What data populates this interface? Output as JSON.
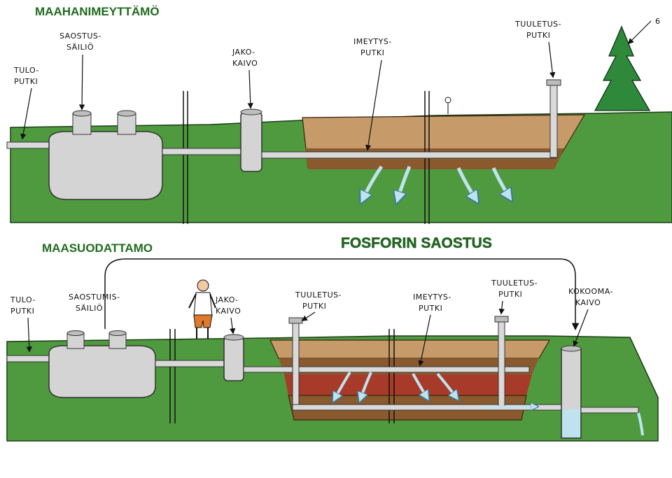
{
  "top_section": {
    "title": "MAAHANIMEYTTÄMÖ",
    "page_number": "6",
    "labels": {
      "tulo_1": "TULO-",
      "tulo_2": "PUTKI",
      "saostus_1": "SAOSTUS-",
      "saostus_2": "SÄILIÖ",
      "jako_1": "JAKO-",
      "jako_2": "KAIVO",
      "imeytys_1": "IMEYTYS-",
      "imeytys_2": "PUTKI",
      "tuuletus_1": "TUULETUS-",
      "tuuletus_2": "PUTKI"
    }
  },
  "bottom_section": {
    "title": "MAASUODATTAMO",
    "subtitle": "FOSFORIN SAOSTUS",
    "labels": {
      "tulo_1": "TULO-",
      "tulo_2": "PUTKI",
      "saostumis_1": "SAOSTUMIS-",
      "saostumis_2": "SÄILIÖ",
      "jako_1": "JAKO-",
      "jako_2": "KAIVO",
      "tuuletus_a_1": "TUULETUS-",
      "tuuletus_a_2": "PUTKI",
      "imeytys_1": "IMEYTYS-",
      "imeytys_2": "PUTKI",
      "tuuletus_b_1": "TUULETUS-",
      "tuuletus_b_2": "PUTKI",
      "kokooma_1": "KOKOOMA-",
      "kokooma_2": "KAIVO"
    }
  },
  "colors": {
    "title_green": "#1f6b1f",
    "grass": "#4f9a3f",
    "soil": "#c79a6a",
    "soil_dark": "#8a5a2e",
    "red_layer": "#a83a2a",
    "pipe": "#d9d9d9",
    "water": "#bfe3ee"
  }
}
